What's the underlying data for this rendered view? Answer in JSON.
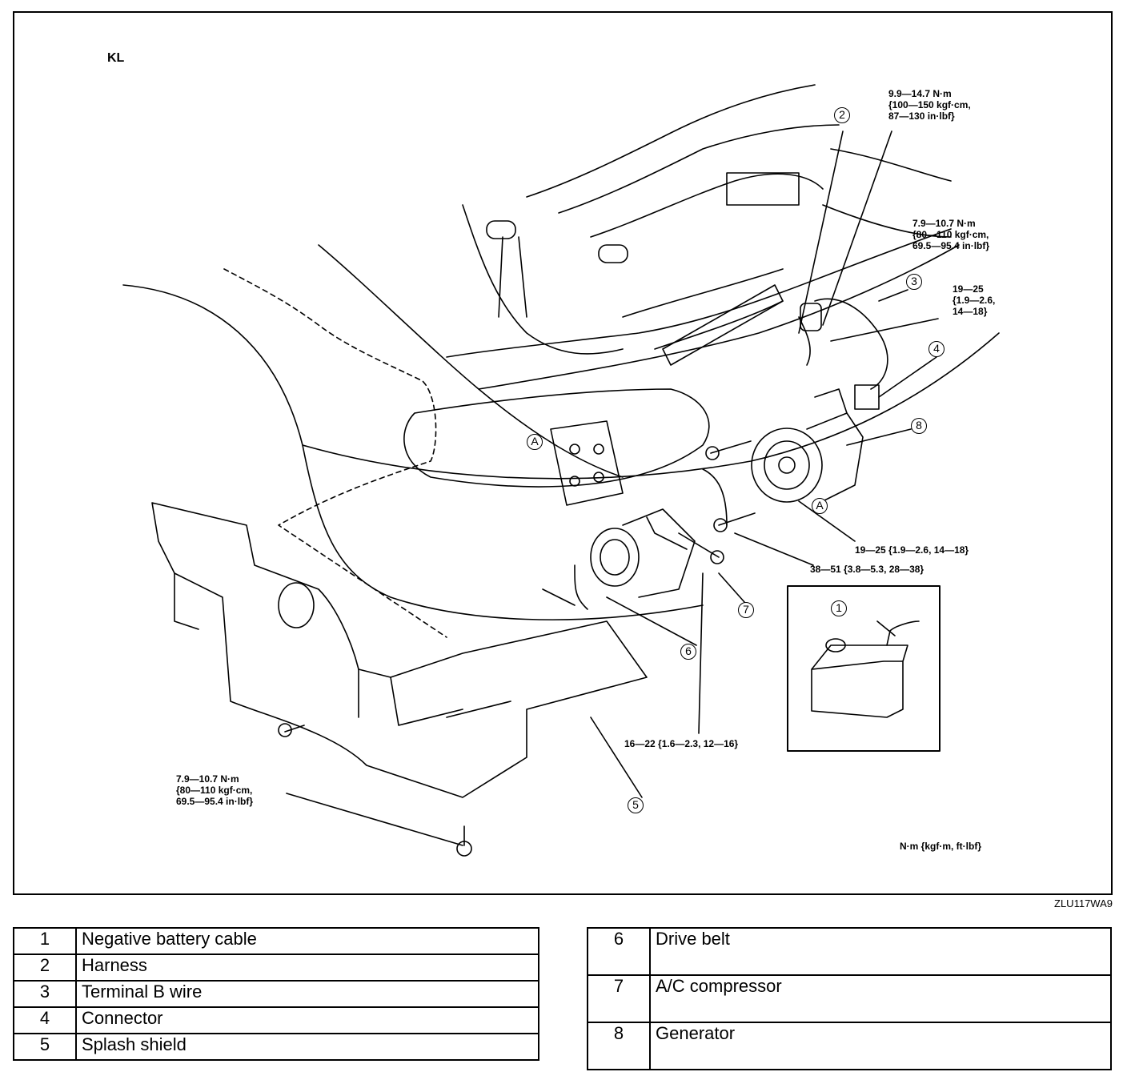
{
  "diagram": {
    "model_code": "KL",
    "figure_code": "ZLU117WA9",
    "units_note": "N·m {kgf·m, ft·lbf}",
    "torque_labels": {
      "harness_bolt": [
        "9.9—14.7 N·m",
        "{100—150 kgf·cm,",
        "87—130 in·lbf}"
      ],
      "terminal_b_nut": [
        "7.9—10.7 N·m",
        "{80—110 kgf·cm,",
        "69.5—95.4 in·lbf}"
      ],
      "generator_upper": [
        "19—25",
        "{1.9—2.6,",
        "14—18}"
      ],
      "generator_pivot": "19—25 {1.9—2.6, 14—18}",
      "generator_lower": "38—51 {3.8—5.3, 28—38}",
      "compressor_bolt": "16—22 {1.6—2.3, 12—16}",
      "splash_shield": [
        "7.9—10.7 N·m",
        "{80—110 kgf·cm,",
        "69.5—95.4 in·lbf}"
      ]
    },
    "callouts": [
      "1",
      "2",
      "3",
      "4",
      "5",
      "6",
      "7",
      "8"
    ],
    "view_marker": "A"
  },
  "legend": {
    "left": [
      {
        "num": "1",
        "name": "Negative battery cable"
      },
      {
        "num": "2",
        "name": "Harness"
      },
      {
        "num": "3",
        "name": "Terminal B wire"
      },
      {
        "num": "4",
        "name": "Connector"
      },
      {
        "num": "5",
        "name": "Splash shield"
      }
    ],
    "right": [
      {
        "num": "6",
        "name": "Drive belt"
      },
      {
        "num": "7",
        "name": "A/C compressor"
      },
      {
        "num": "8",
        "name": "Generator"
      }
    ]
  }
}
